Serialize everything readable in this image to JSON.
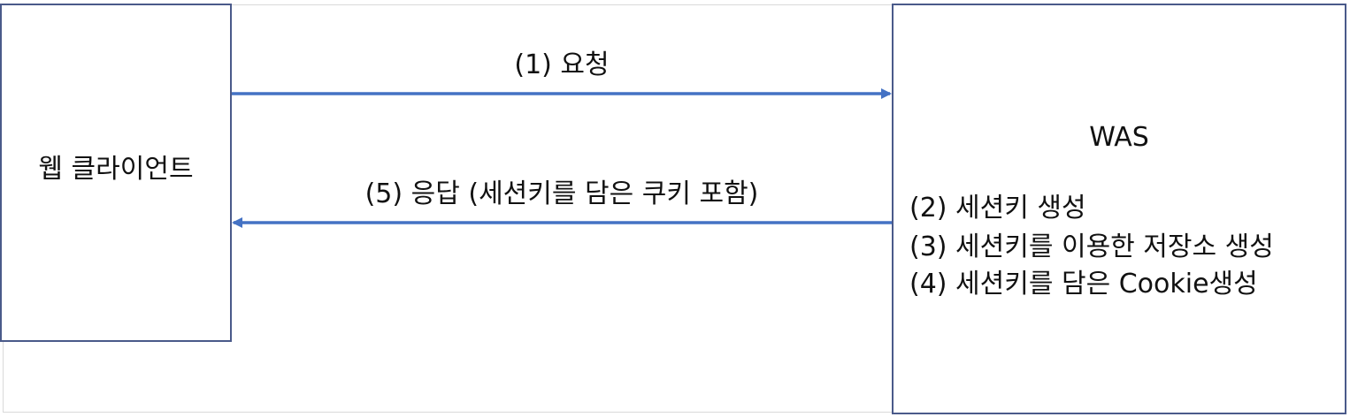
{
  "client": {
    "label": "웹 클라이언트"
  },
  "server": {
    "label": "WAS",
    "steps": [
      "(2) 세션키 생성",
      "(3) 세션키를 이용한 저장소 생성",
      "(4) 세션키를 담은 Cookie생성"
    ]
  },
  "arrows": {
    "request_label": "(1) 요청",
    "response_label": "(5) 응답 (세션키를 담은 쿠키 포함)"
  },
  "colors": {
    "arrow": "#4472c4",
    "box_border": "#4a5a8a"
  }
}
